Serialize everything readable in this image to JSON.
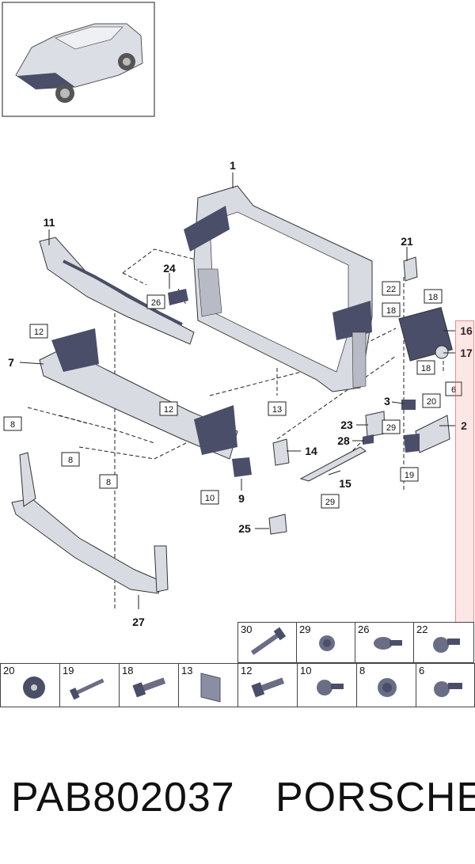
{
  "footer": {
    "part_number": "PAB802037",
    "brand": "PORSCHE"
  },
  "callouts": [
    {
      "key": "c1",
      "text": "1",
      "boxed": false
    },
    {
      "key": "c2",
      "text": "2",
      "boxed": false
    },
    {
      "key": "c3",
      "text": "3",
      "boxed": false
    },
    {
      "key": "c7",
      "text": "7",
      "boxed": false
    },
    {
      "key": "c9",
      "text": "9",
      "boxed": false
    },
    {
      "key": "c11",
      "text": "11",
      "boxed": false
    },
    {
      "key": "c14",
      "text": "14",
      "boxed": false
    },
    {
      "key": "c15",
      "text": "15",
      "boxed": false
    },
    {
      "key": "c16",
      "text": "16",
      "boxed": false
    },
    {
      "key": "c17",
      "text": "17",
      "boxed": false
    },
    {
      "key": "c21",
      "text": "21",
      "boxed": false
    },
    {
      "key": "c23",
      "text": "23",
      "boxed": false
    },
    {
      "key": "c24",
      "text": "24",
      "boxed": false
    },
    {
      "key": "c25",
      "text": "25",
      "boxed": false
    },
    {
      "key": "c27",
      "text": "27",
      "boxed": false
    },
    {
      "key": "c28",
      "text": "28",
      "boxed": false
    },
    {
      "key": "b12a",
      "text": "12",
      "boxed": true
    },
    {
      "key": "b12b",
      "text": "12",
      "boxed": true
    },
    {
      "key": "b8a",
      "text": "8",
      "boxed": true
    },
    {
      "key": "b8b",
      "text": "8",
      "boxed": true
    },
    {
      "key": "b8c",
      "text": "8",
      "boxed": true
    },
    {
      "key": "b26",
      "text": "26",
      "boxed": true
    },
    {
      "key": "b13",
      "text": "13",
      "boxed": true
    },
    {
      "key": "b10",
      "text": "10",
      "boxed": true
    },
    {
      "key": "b22",
      "text": "22",
      "boxed": true
    },
    {
      "key": "b18a",
      "text": "18",
      "boxed": true
    },
    {
      "key": "b18b",
      "text": "18",
      "boxed": true
    },
    {
      "key": "b18c",
      "text": "18",
      "boxed": true
    },
    {
      "key": "b20",
      "text": "20",
      "boxed": true
    },
    {
      "key": "b6",
      "text": "6",
      "boxed": true
    },
    {
      "key": "b29a",
      "text": "29",
      "boxed": true
    },
    {
      "key": "b29b",
      "text": "29",
      "boxed": true
    },
    {
      "key": "b19",
      "text": "19",
      "boxed": true
    }
  ],
  "fastener_table": {
    "top_row": [
      "30",
      "29",
      "26",
      "22"
    ],
    "bottom_row": [
      "20",
      "19",
      "18",
      "13",
      "12",
      "10",
      "8",
      "6"
    ]
  },
  "colors": {
    "part_fill": "#d9dbe2",
    "part_dark": "#4a4e68",
    "line": "#222222",
    "highlight": "#e06060"
  }
}
